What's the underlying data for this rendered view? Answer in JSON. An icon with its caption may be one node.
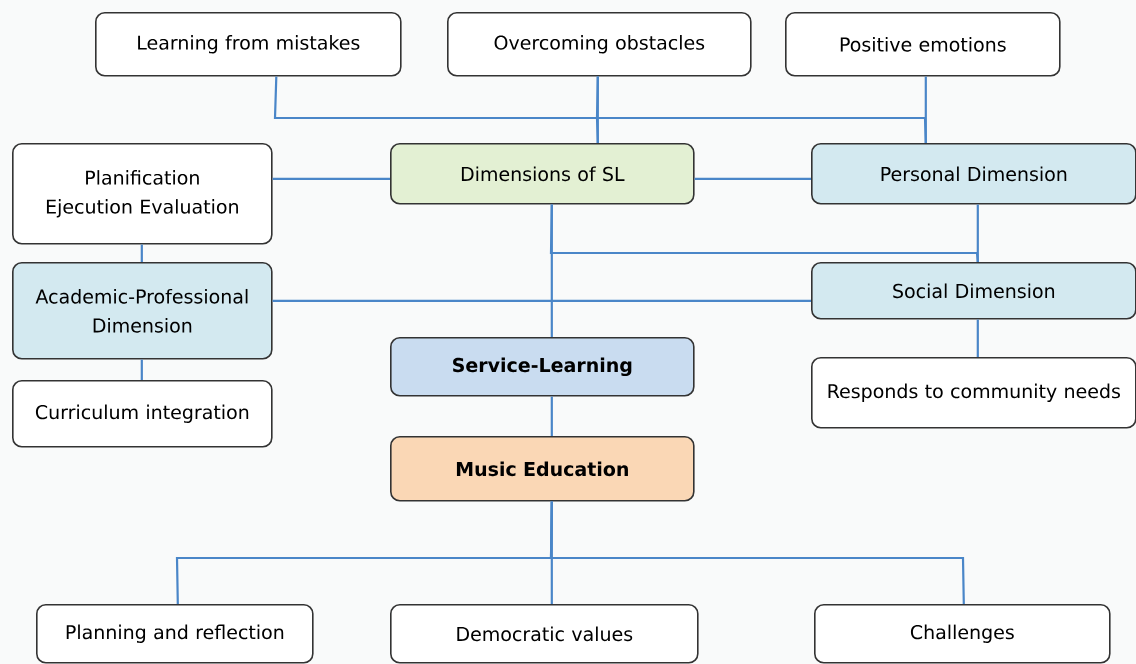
{
  "diagram": {
    "nodes": [
      {
        "text": [
          "Learning from mistakes"
        ]
      },
      {
        "text": [
          "Overcoming obstacles"
        ]
      },
      {
        "text": [
          "Positive emotions"
        ]
      },
      {
        "text": [
          "Planification Ejecution Evaluation"
        ]
      },
      {
        "text": [
          "Dimensions of SL"
        ]
      },
      {
        "text": [
          "Personal Dimension"
        ]
      },
      {
        "text": [
          "Academic-Professional Dimension"
        ]
      },
      {
        "text": [
          "Social Dimension"
        ]
      },
      {
        "text": [
          "Service-Learning"
        ]
      },
      {
        "text": [
          "Responds to community needs"
        ]
      },
      {
        "text": [
          "Curriculum integration"
        ]
      },
      {
        "text": [
          "Music Education"
        ]
      },
      {
        "text": [
          "Planning and reflection"
        ]
      },
      {
        "text": [
          "Democratic values"
        ]
      },
      {
        "text": [
          "Challenges"
        ]
      }
    ],
    "edges": [
      {
        "from": 0,
        "to": 4,
        "arrow": "none"
      },
      {
        "from": 1,
        "to": 4,
        "arrow": "none"
      },
      {
        "from": 1,
        "to": 5,
        "arrow": "none"
      },
      {
        "from": 2,
        "to": 5,
        "arrow": "none"
      },
      {
        "from": 4,
        "to": 3,
        "arrow": "none"
      },
      {
        "from": 4,
        "to": 5,
        "arrow": "none"
      },
      {
        "from": 4,
        "to": 8,
        "arrow": "none"
      },
      {
        "from": 4,
        "to": 7,
        "arrow": "none"
      },
      {
        "from": 5,
        "to": 7,
        "arrow": "none"
      },
      {
        "from": 3,
        "to": 6,
        "arrow": "none"
      },
      {
        "from": 6,
        "to": 7,
        "arrow": "none"
      },
      {
        "from": 6,
        "to": 10,
        "arrow": "none"
      },
      {
        "from": 7,
        "to": 9,
        "arrow": "none"
      },
      {
        "from": 8,
        "to": 11,
        "arrow": "none"
      },
      {
        "from": 11,
        "to": 12,
        "arrow": "none"
      },
      {
        "from": 11,
        "to": 13,
        "arrow": "none"
      },
      {
        "from": 11,
        "to": 14,
        "arrow": "none"
      }
    ]
  }
}
